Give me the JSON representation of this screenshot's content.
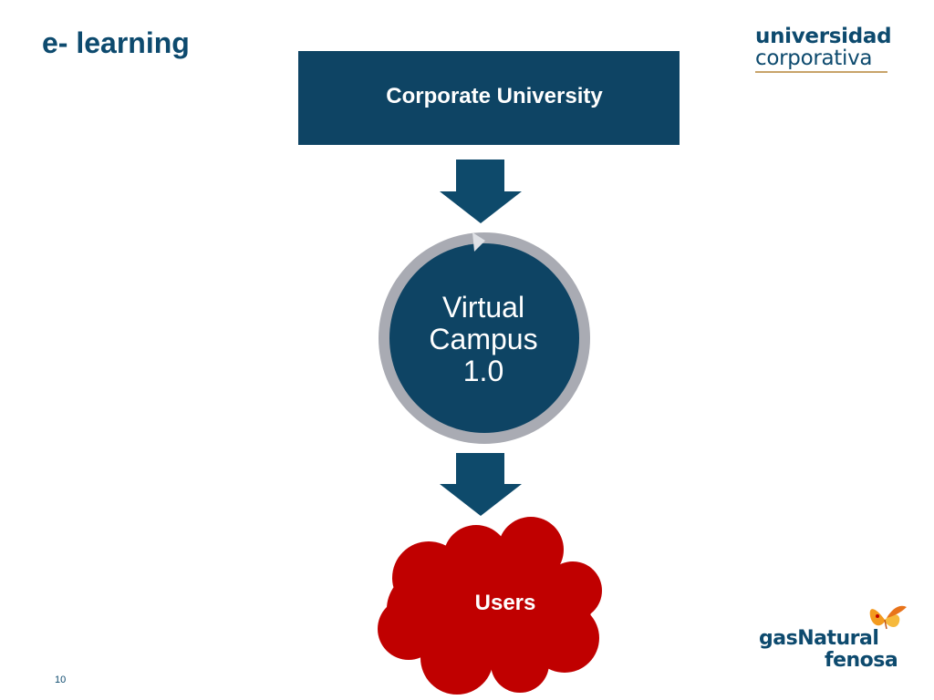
{
  "slide": {
    "title": "e- learning",
    "page_number": "10"
  },
  "logos": {
    "university": {
      "line1": "universidad",
      "line2": "corporativa"
    },
    "company": {
      "word1": "gasNatural",
      "word2": "fenosa",
      "icon": "butterfly-icon"
    }
  },
  "diagram": {
    "nodes": {
      "top": {
        "label": "Corporate University",
        "shape": "rectangle"
      },
      "middle": {
        "label_lines": [
          "Virtual",
          "Campus",
          "1.0"
        ],
        "shape": "circle"
      },
      "bottom": {
        "label": "Users",
        "shape": "cloud"
      }
    },
    "arrows": [
      {
        "from": "top",
        "to": "middle",
        "direction": "down"
      },
      {
        "from": "middle",
        "to": "bottom",
        "direction": "down"
      }
    ]
  },
  "colors": {
    "navy": "#0e4464",
    "title_blue": "#0d4a6e",
    "ring_gray": "#a9abb3",
    "cloud_red": "#c00000",
    "accent_gold": "#c8a46a",
    "butterfly_orange": "#f39a1e"
  }
}
